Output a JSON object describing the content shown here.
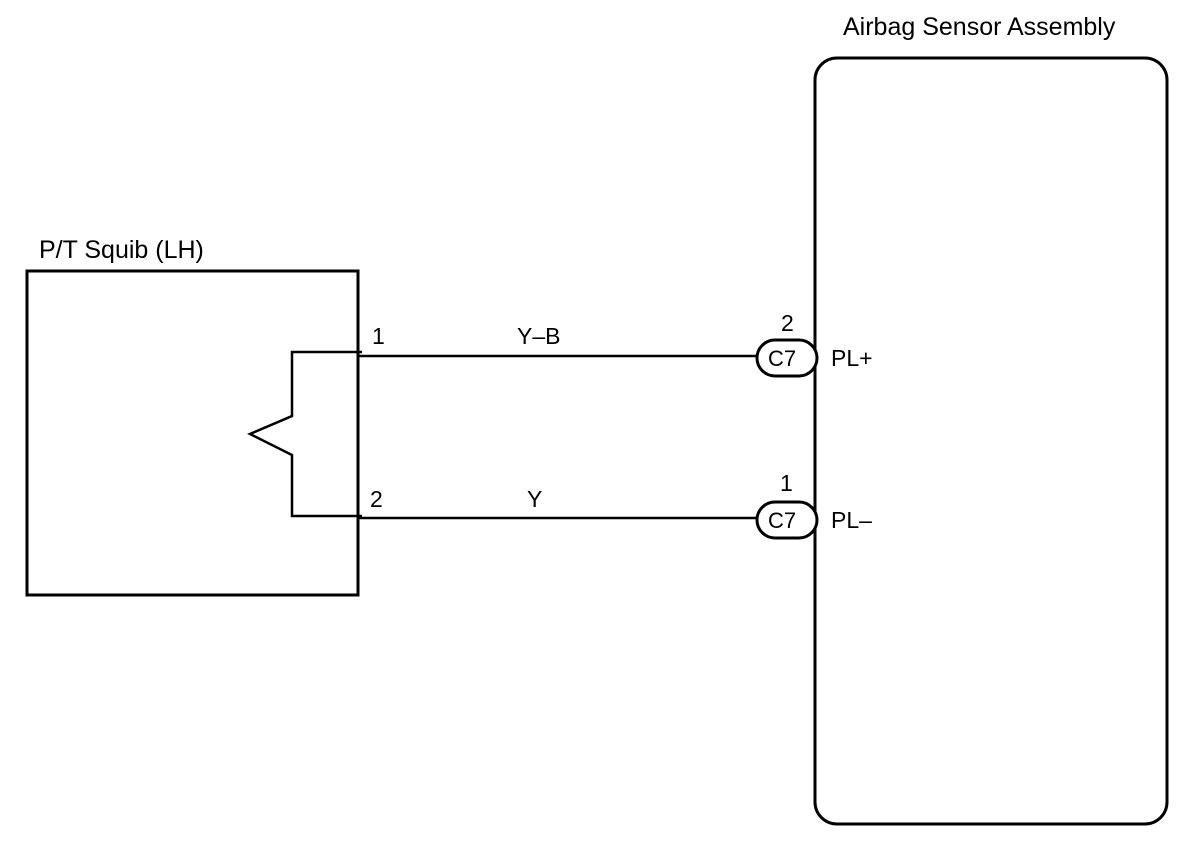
{
  "components": {
    "squib": {
      "title": "P/T Squib (LH)"
    },
    "sensor": {
      "title": "Airbag Sensor Assembly"
    }
  },
  "circuits": [
    {
      "squib_pin": "1",
      "wire_color": "Y–B",
      "connector_pin": "2",
      "connector": "C7",
      "terminal": "PL+"
    },
    {
      "squib_pin": "2",
      "wire_color": "Y",
      "connector_pin": "1",
      "connector": "C7",
      "terminal": "PL–"
    }
  ]
}
